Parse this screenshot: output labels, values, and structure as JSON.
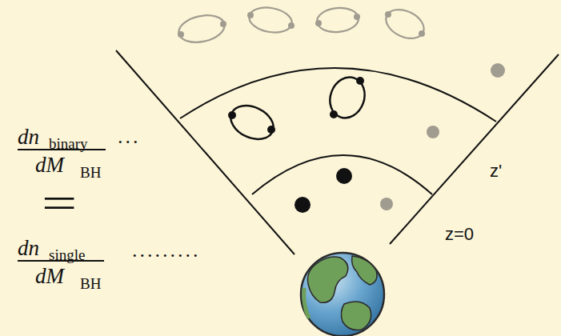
{
  "diagram": {
    "labels": [
      "dn",
      "binary",
      "dM",
      "BH",
      "...",
      "=",
      "dn",
      "single",
      "dM",
      "BH",
      ".........",
      "z'",
      "z=0"
    ]
  }
}
